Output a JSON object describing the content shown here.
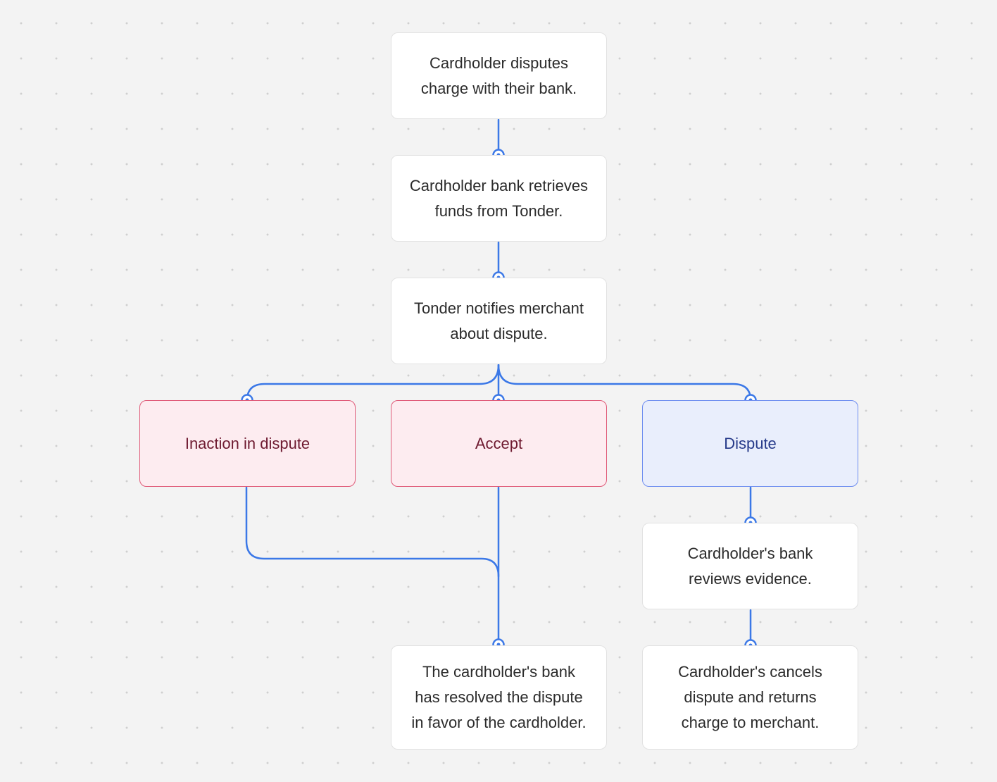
{
  "colors": {
    "connector": "#3b78e7",
    "background": "#f3f3f3",
    "node_fill": "#ffffff",
    "negative_fill": "#fdecf0",
    "negative_border": "#e05a78",
    "negative_text": "#6e1a30",
    "positive_fill": "#e9eefc",
    "positive_border": "#6f8ef0",
    "positive_text": "#263a8a"
  },
  "nodes": {
    "dispute_filed": "Cardholder disputes\ncharge with their bank.",
    "funds_retrieved": "Cardholder bank retrieves\nfunds from Tonder.",
    "merchant_notified": "Tonder notifies merchant\nabout dispute.",
    "inaction": "Inaction in dispute",
    "accept": "Accept",
    "dispute": "Dispute",
    "bank_reviews": "Cardholder's bank\nreviews evidence.",
    "resolved_for_cardholder": "The cardholder's bank\nhas resolved the dispute\nin favor of the cardholder.",
    "dispute_cancelled": "Cardholder's cancels\ndispute and returns\ncharge to merchant."
  },
  "icons": {
    "connector_endpoint": "connector-dot-icon"
  }
}
